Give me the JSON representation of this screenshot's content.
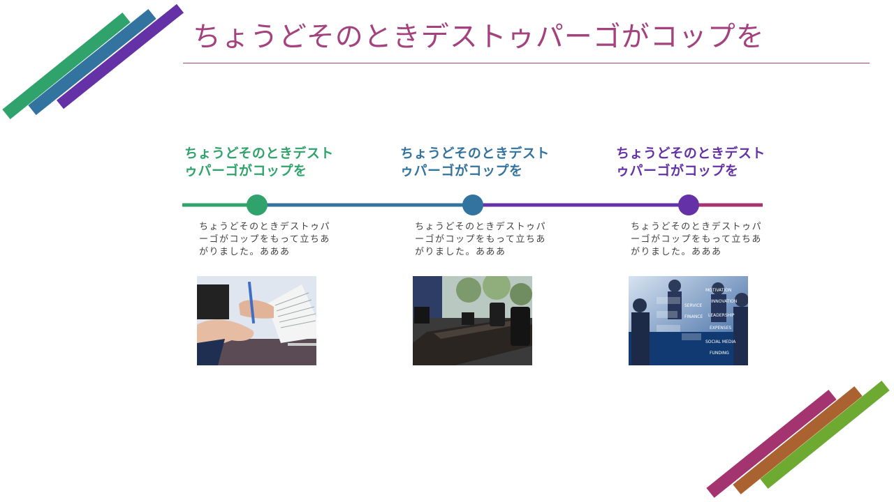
{
  "slide": {
    "title": "ちょうどそのときデストゥパーゴがコップを"
  },
  "colors": {
    "title": "#a3427e",
    "green": "#2fa36b",
    "blue": "#33739f",
    "purple": "#6432a6",
    "magenta": "#a3346f",
    "brown": "#aa6330",
    "lime": "#6eaa32"
  },
  "stages": [
    {
      "heading": "ちょうどそのときデストゥパーゴがコップを",
      "body": "ちょうどそのときデストゥパーゴがコップをもって立ちあがりました。あああ",
      "color": "#2fa36b",
      "image": "document-signing-photo"
    },
    {
      "heading": "ちょうどそのときデストゥパーゴがコップを",
      "body": "ちょうどそのときデストゥパーゴがコップをもって立ちあがりました。あああ",
      "color": "#33739f",
      "image": "meeting-room-photo"
    },
    {
      "heading": "ちょうどそのときデストゥパーゴがコップを",
      "body": "ちょうどそのときデストゥパーゴがコップをもって立ちあがりました。あああ",
      "color": "#6432a6",
      "image": "business-team-photo"
    }
  ],
  "photo3_words": [
    "MOTIVATION",
    "INNOVATION",
    "SERVICE",
    "LEADERSHIP",
    "FINANCE",
    "EXPENSES",
    "SOCIAL MEDIA",
    "FUNDING"
  ]
}
